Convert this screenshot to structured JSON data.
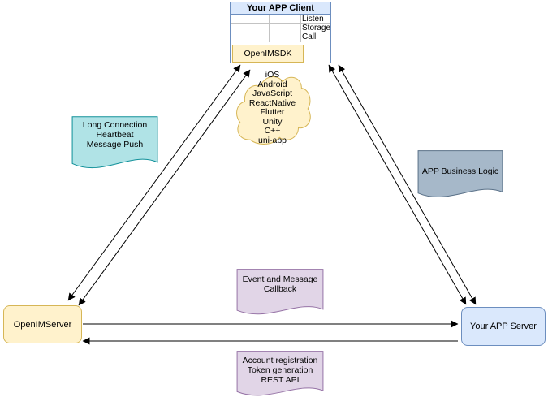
{
  "client": {
    "title": "Your APP Client",
    "interfaces": [
      "Listen",
      "Storage",
      "Call"
    ],
    "sdk": "OpenIMSDK"
  },
  "cloud_platforms": [
    "iOS",
    "Android",
    "JavaScript",
    "ReactNative",
    "Flutter",
    "Unity",
    "C++",
    "uni-app"
  ],
  "notes": {
    "connection": [
      "Long Connection",
      "Heartbeat",
      "Message Push"
    ],
    "business": [
      "APP Business Logic"
    ],
    "callback": [
      "Event and Message",
      "Callback"
    ],
    "rest": [
      "Account registration",
      "Token generation",
      "REST API"
    ]
  },
  "nodes": {
    "openim_server": "OpenIMServer",
    "app_server": "Your APP Server"
  },
  "colors": {
    "client_fill": "#dae8fc",
    "client_stroke": "#6c8ebf",
    "sdk_fill": "#fff2cc",
    "sdk_stroke": "#d6b656",
    "teal_fill": "#b0e3e6",
    "teal_stroke": "#109099",
    "gray_fill": "#a6b8c9",
    "gray_stroke": "#5a7188",
    "purple_fill": "#e1d5e7",
    "purple_stroke": "#9673a6",
    "arrow": "#000000"
  }
}
